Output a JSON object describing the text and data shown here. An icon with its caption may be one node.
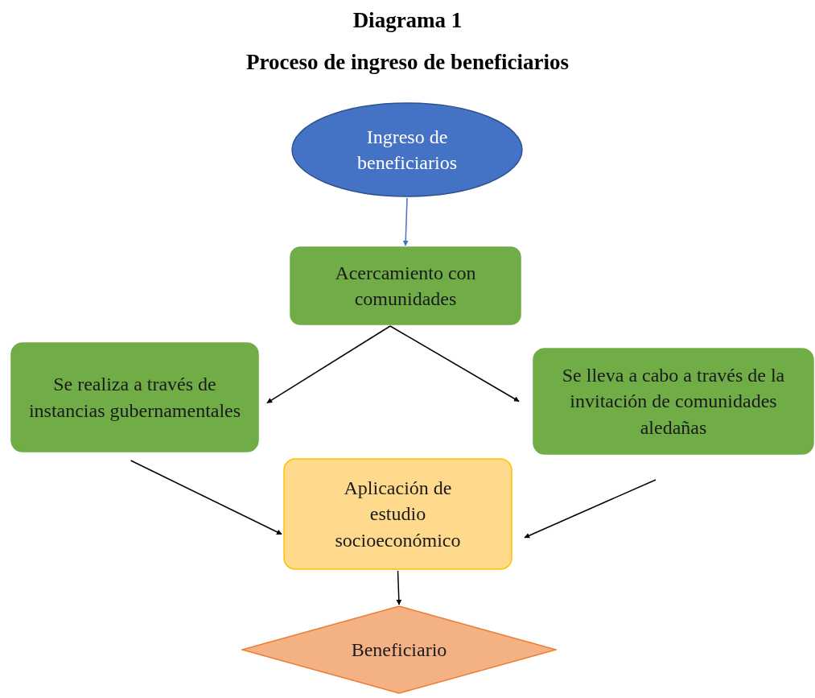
{
  "diagram": {
    "title": "Diagrama 1",
    "caption": "Proceso de ingreso de beneficiarios",
    "nodes": [
      {
        "text": [
          "Ingreso de beneficiarios"
        ]
      },
      {
        "text": [
          "Acercamiento con comunidades"
        ]
      },
      {
        "text": [
          "Se realiza a través de instancias gubernamentales"
        ]
      },
      {
        "text": [
          "Se lleva a cabo a través de la invitación de comunidades aledañas"
        ]
      },
      {
        "text": [
          "Aplicación de estudio socioeconómico"
        ]
      },
      {
        "text": [
          "Beneficiario"
        ]
      }
    ],
    "edges": [
      {
        "from": 0,
        "to": 1,
        "arrow": "to",
        "color": "#4472c4"
      },
      {
        "from": 1,
        "to": 2,
        "arrow": "to"
      },
      {
        "from": 1,
        "to": 3,
        "arrow": "to"
      },
      {
        "from": 2,
        "to": 4,
        "arrow": "to"
      },
      {
        "from": 3,
        "to": 4,
        "arrow": "to"
      },
      {
        "from": 4,
        "to": 5,
        "arrow": "to"
      }
    ]
  }
}
